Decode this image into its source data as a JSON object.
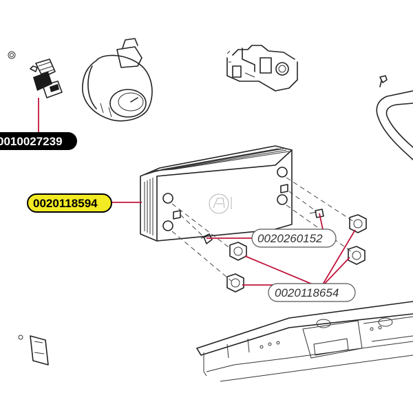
{
  "callouts": {
    "sensor": "0010027239",
    "heat_exchanger": "0020118594",
    "screw": "0020260152",
    "seal": "0020118654"
  },
  "colors": {
    "leader": "#c0143c",
    "highlight": "#f2ea22",
    "dark_badge": "#000000",
    "outline": "#222222"
  }
}
